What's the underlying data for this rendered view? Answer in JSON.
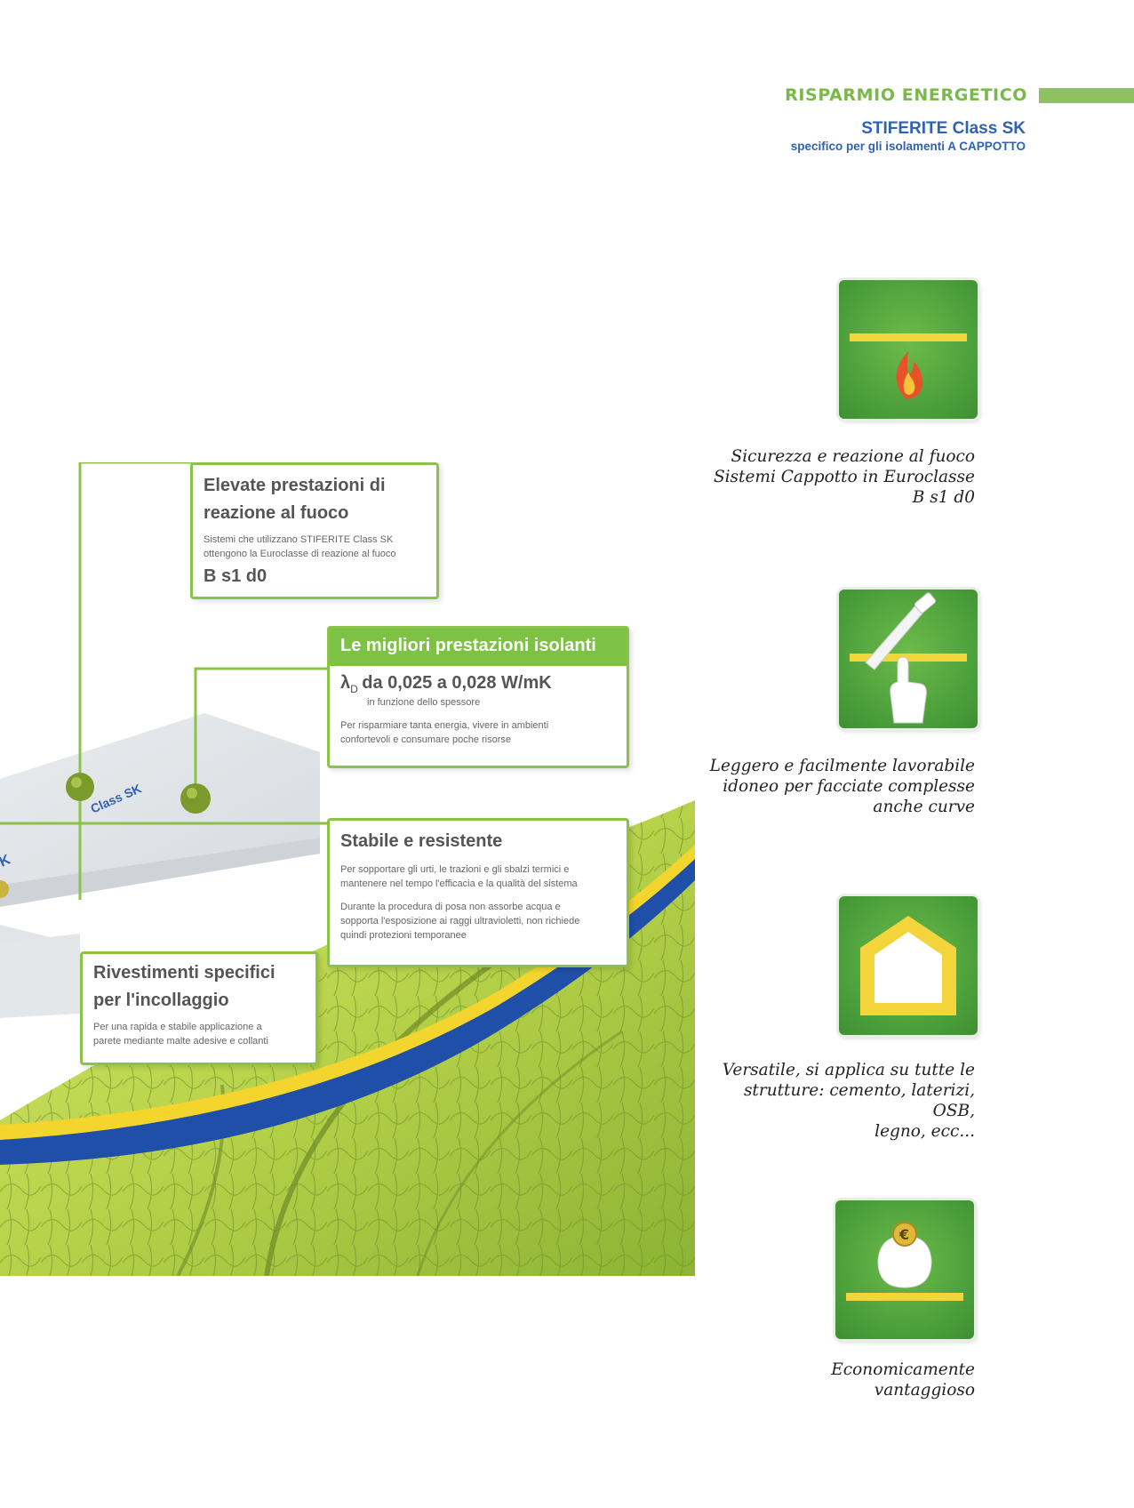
{
  "header": {
    "section": "RISPARMIO ENERGETICO",
    "product": "STIFERITE Class SK",
    "subtitle": "specifico per gli isolamenti A CAPPOTTO"
  },
  "board": {
    "label_main": "Class SK",
    "label_edge": "K"
  },
  "callouts": {
    "fire": {
      "title_l1": "Elevate prestazioni di",
      "title_l2": "reazione al fuoco",
      "text_l1": "Sistemi che utilizzano STIFERITE Class SK",
      "text_l2": "ottengono la Euroclasse di reazione al fuoco",
      "value": "B s1 d0"
    },
    "insulation": {
      "title": "Le migliori prestazioni isolanti",
      "lambda_symbol": "λ",
      "lambda_sub": "D",
      "value": "da 0,025 a 0,028 W/mK",
      "note": "in funzione dello spessore",
      "text_l1": "Per risparmiare tanta energia, vivere in ambienti",
      "text_l2": "confortevoli e consumare poche risorse"
    },
    "stable": {
      "title": "Stabile e resistente",
      "text1_l1": "Per sopportare gli urti, le trazioni e gli sbalzi termici e",
      "text1_l2": "mantenere nel tempo l'efficacia e la qualità del sistema",
      "text2_l1": "Durante la procedura di posa non assorbe acqua e",
      "text2_l2": "sopporta l'esposizione ai raggi ultravioletti, non richiede",
      "text2_l3": "quindi protezioni temporanee"
    },
    "coating": {
      "title_l1": "Rivestimenti specifici",
      "title_l2": "per  l'incollaggio",
      "text_l1": "Per una rapida e stabile applicazione a",
      "text_l2": "parete mediante malte adesive e collanti"
    }
  },
  "features": [
    {
      "icon": "fire-icon",
      "lines": [
        "Sicurezza e reazione al fuoco",
        "Sistemi Cappotto in Euroclasse",
        "B s1 d0"
      ]
    },
    {
      "icon": "saw-hand-icon",
      "lines": [
        "Leggero e facilmente lavorabile",
        "idoneo per facciate complesse",
        "anche curve"
      ]
    },
    {
      "icon": "house-icon",
      "lines": [
        "Versatile, si applica su tutte le",
        "strutture: cemento, laterizi, OSB,",
        "legno, ecc..."
      ]
    },
    {
      "icon": "piggy-bank-icon",
      "lines": [
        "Economicamente",
        "vantaggioso"
      ]
    }
  ],
  "colors": {
    "accent_green": "#79b94a",
    "brand_blue": "#2f62b4",
    "icon_green": "#4a9e3a",
    "icon_yellow": "#f3d43a"
  }
}
